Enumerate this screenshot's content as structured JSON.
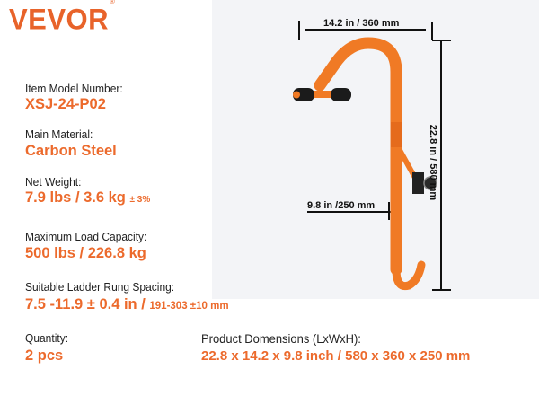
{
  "brand": {
    "name": "VEVOR",
    "mark": "®"
  },
  "specs": {
    "model": {
      "label": "Item Model Number:",
      "value": "XSJ-24-P02"
    },
    "material": {
      "label": "Main Material:",
      "value": "Carbon Steel"
    },
    "weight": {
      "label": "Net Weight:",
      "value": "7.9 lbs / 3.6 kg",
      "tolerance": "± 3%"
    },
    "load": {
      "label": "Maximum Load Capacity:",
      "value": "500 lbs / 226.8 kg"
    },
    "spacing": {
      "label": "Suitable Ladder Rung Spacing:",
      "value": "7.5 -11.9 ± 0.4 in /",
      "metric": "191-303 ±10 mm"
    },
    "quantity": {
      "label": "Quantity:",
      "value": "2 pcs"
    },
    "dimensions": {
      "label": "Product Domensions (LxWxH):",
      "value": "22.8 x 14.2 x 9.8 inch / 580 x 360 x 250 mm"
    }
  },
  "diagram": {
    "width": "14.2 in / 360 mm",
    "height": "22.8 in / 580 mm",
    "depth": "9.8 in /250 mm"
  },
  "colors": {
    "accent": "#ec6a2c",
    "hook": "#f07a25"
  }
}
